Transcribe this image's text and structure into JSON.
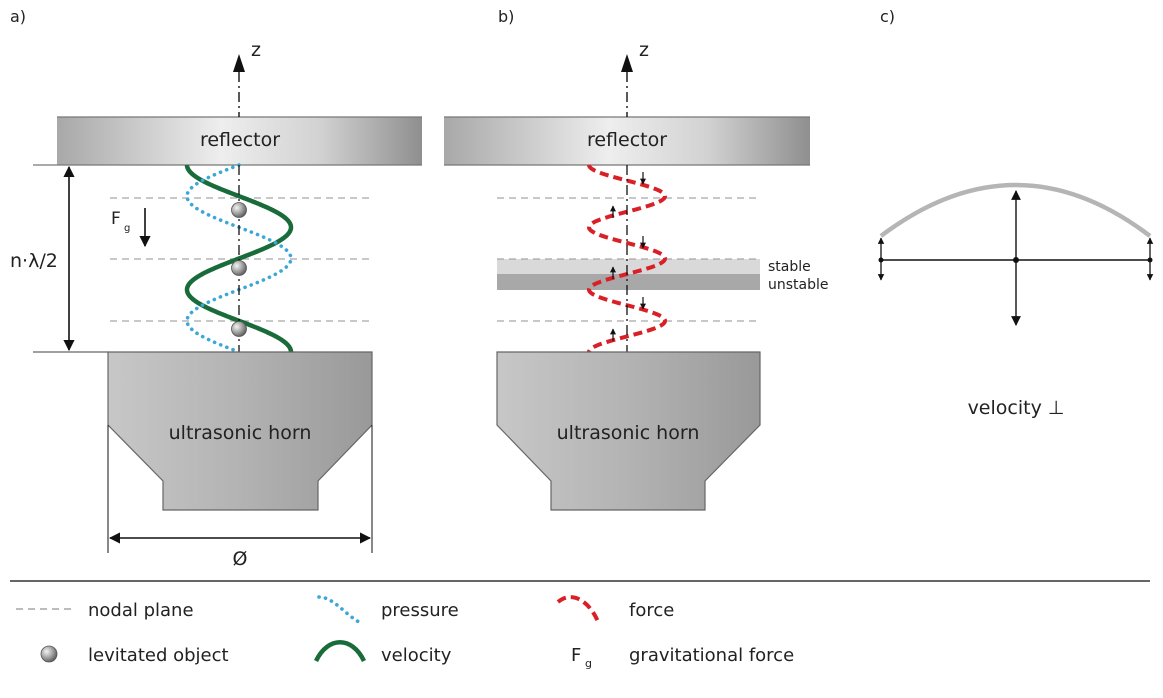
{
  "panels": {
    "a": {
      "label": "a)",
      "axis_label": "z",
      "reflector_label": "reflector",
      "horn_label": "ultrasonic horn",
      "height_label": "n·λ/2",
      "gravity_label": "F",
      "gravity_subscript": "g",
      "diameter_label": "Ø"
    },
    "b": {
      "label": "b)",
      "axis_label": "z",
      "reflector_label": "reflector",
      "horn_label": "ultrasonic horn",
      "stable_label": "stable",
      "unstable_label": "unstable"
    },
    "c": {
      "label": "c)",
      "caption": "velocity ⊥"
    }
  },
  "legend": {
    "nodal_plane": "nodal plane",
    "levitated_object": "levitated object",
    "pressure": "pressure",
    "velocity": "velocity",
    "force": "force",
    "gravity_symbol": "F",
    "gravity_subscript": "g",
    "gravitational_force": "gravitational force"
  },
  "colors": {
    "pressure": "#3aa7d6",
    "velocity": "#1a6b3a",
    "force": "#d92026",
    "nodal_plane": "#a6a6a6",
    "horn": "#a9a9a9",
    "reflector": "#b3b3b3",
    "stable_band": "#d9d9d9",
    "unstable_band": "#a8a8a8",
    "membrane": "#b5b5b5"
  }
}
